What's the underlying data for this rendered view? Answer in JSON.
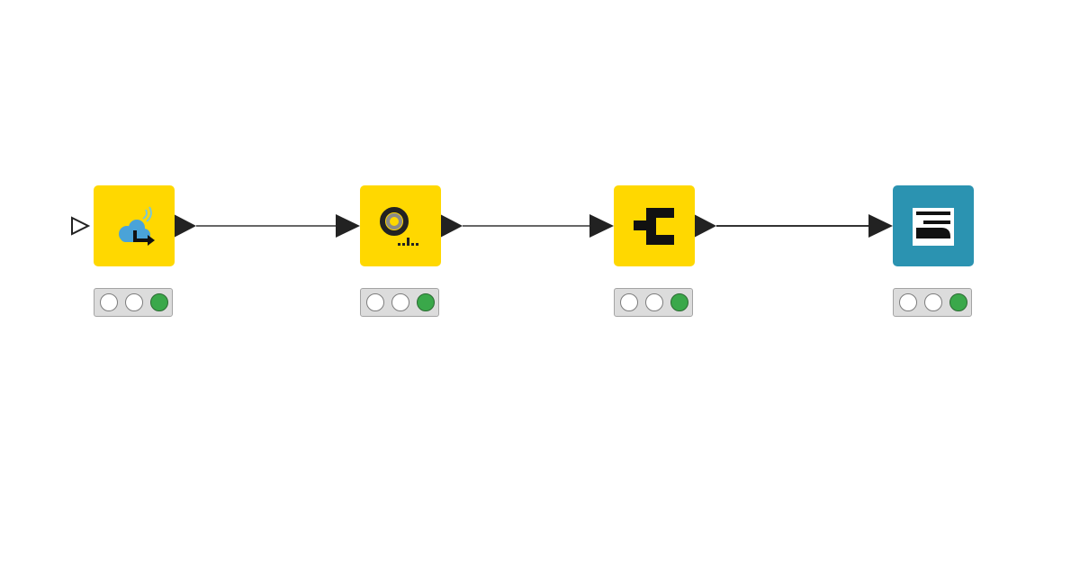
{
  "workflow": {
    "nodes": [
      {
        "id": "node-1",
        "kind": "source",
        "color": "#ffd800",
        "icon": "cloud-export-icon",
        "status": [
          "off",
          "off",
          "green"
        ]
      },
      {
        "id": "node-2",
        "kind": "manipulator",
        "color": "#ffd800",
        "icon": "ring-analysis-icon",
        "status": [
          "off",
          "off",
          "green"
        ]
      },
      {
        "id": "node-3",
        "kind": "manipulator",
        "color": "#ffd800",
        "icon": "split-connector-icon",
        "status": [
          "off",
          "off",
          "green"
        ]
      },
      {
        "id": "node-4",
        "kind": "utility",
        "color": "#2b93b1",
        "icon": "bracket-frame-icon",
        "status": [
          "off",
          "off",
          "green"
        ]
      }
    ],
    "connections": [
      {
        "from": "node-1",
        "to": "node-2"
      },
      {
        "from": "node-2",
        "to": "node-3"
      },
      {
        "from": "node-3",
        "to": "node-4"
      }
    ],
    "colors": {
      "connection": "#666666",
      "port": "#222222",
      "status_active": "#3aa84a",
      "status_inactive": "#ffffff"
    }
  }
}
